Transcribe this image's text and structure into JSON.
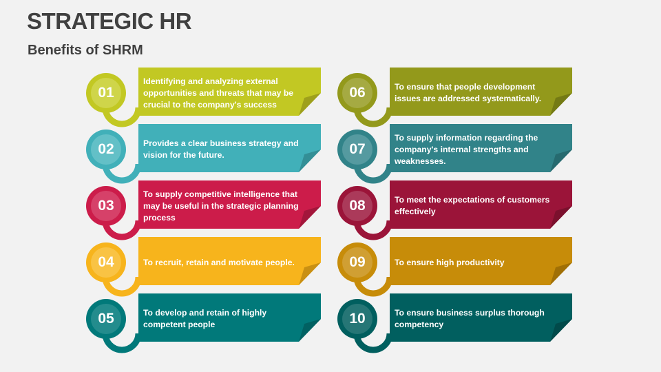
{
  "header": {
    "title": "STRATEGIC HR",
    "subtitle": "Benefits of SHRM"
  },
  "items": [
    {
      "number": "01",
      "text": "Identifying and analyzing external opportunities and threats that may be crucial to the company's success",
      "color": "#c2c823",
      "inner": "#cfd54a",
      "fold": "#9ea01c"
    },
    {
      "number": "02",
      "text": "Provides a clear business strategy and vision for the future.",
      "color": "#41b0b9",
      "inner": "#63c0c7",
      "fold": "#338f96"
    },
    {
      "number": "03",
      "text": "To supply competitive intelligence that may be useful in the strategic planning process",
      "color": "#cc1c4a",
      "inner": "#d64169",
      "fold": "#a3163b"
    },
    {
      "number": "04",
      "text": "To recruit, retain and motivate people.",
      "color": "#f7b41c",
      "inner": "#f9c344",
      "fold": "#c99013"
    },
    {
      "number": "05",
      "text": "To develop and retain of highly competent people",
      "color": "#01797a",
      "inner": "#238c8d",
      "fold": "#016162"
    },
    {
      "number": "06",
      "text": "To ensure that people development issues are addressed systematically.",
      "color": "#93991b",
      "inner": "#a5aa42",
      "fold": "#747a14"
    },
    {
      "number": "07",
      "text": "To supply information regarding the company's internal strengths and weaknesses.",
      "color": "#318389",
      "inner": "#559aa0",
      "fold": "#266a6f"
    },
    {
      "number": "08",
      "text": "To meet the expectations of customers effectively",
      "color": "#9b1439",
      "inner": "#ab3a5a",
      "fold": "#7b102d"
    },
    {
      "number": "09",
      "text": "To ensure high productivity",
      "color": "#c78c09",
      "inner": "#d09f33",
      "fold": "#a06f05"
    },
    {
      "number": "10",
      "text": "To ensure business surplus thorough competency",
      "color": "#015f5f",
      "inner": "#267676",
      "fold": "#014a4a"
    }
  ]
}
